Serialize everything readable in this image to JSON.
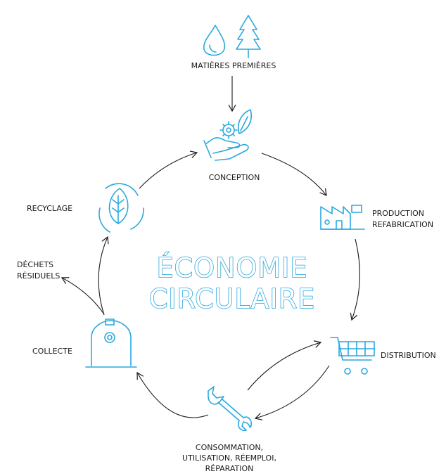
{
  "title": {
    "line1": "ÉCONOMIE",
    "line2": "CIRCULAIRE"
  },
  "stages": {
    "raw_materials": "MATIÈRES PREMIÈRES",
    "conception": "CONCEPTION",
    "production": {
      "line1": "PRODUCTION",
      "line2": "REFABRICATION"
    },
    "distribution": "DISTRIBUTION",
    "consumption": {
      "line1": "CONSOMMATION,",
      "line2": "UTILISATION, RÉEMPLOI,",
      "line3": "RÉPARATION"
    },
    "collect": "COLLECTE",
    "residual_waste": {
      "line1": "DÉCHETS",
      "line2": "RÉSIDUELS"
    },
    "recycling": "RECYCLAGE"
  },
  "colors": {
    "accent": "#29a8df",
    "ink": "#1a1a1a"
  },
  "icons": [
    "water-drop-icon",
    "tree-icon",
    "hand-gear-leaf-icon",
    "factory-icon",
    "shopping-cart-icon",
    "wrench-icon",
    "collection-bin-icon",
    "recycle-leaf-icon"
  ]
}
